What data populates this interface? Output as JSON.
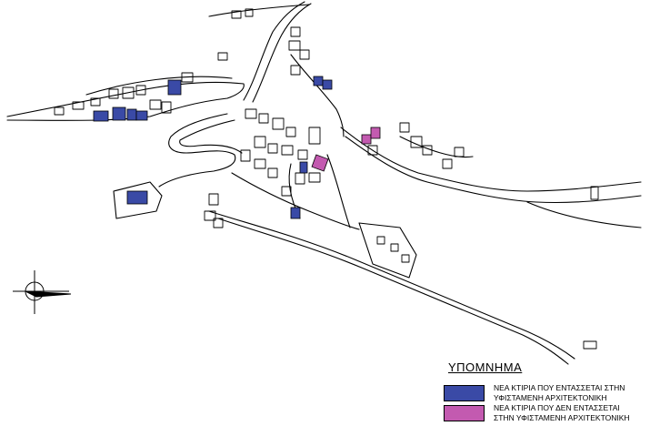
{
  "colors": {
    "blue_buildings": "#3a4aa6",
    "magenta_buildings": "#c35ab0",
    "linework": "#000000",
    "background": "#ffffff"
  },
  "icons": [
    "north-arrow-icon"
  ],
  "legend": {
    "title": "ΥΠΟΜΝΗΜΑ",
    "items": [
      {
        "color_key": "blue_buildings",
        "line1": "ΝΕΑ ΚΤΙΡΙΑ ΠΟΥ ΕΝΤΑΣΣΕΤΑΙ ΣΤΗΝ",
        "line2": "ΥΦΙΣΤΑΜΕΝΗ ΑΡΧΙΤΕΚΤΟΝΙΚΗ"
      },
      {
        "color_key": "magenta_buildings",
        "line1": "ΝΕΑ ΚΤΙΡΙΑ ΠΟΥ ΔΕΝ ΕΝΤΑΣΣΕΤΑΙ",
        "line2": "ΣΤΗΝ ΥΦΙΣΤΑΜΕΝΗ ΑΡΧΙΤΕΚΤΟΝΙΚΗ"
      }
    ]
  }
}
